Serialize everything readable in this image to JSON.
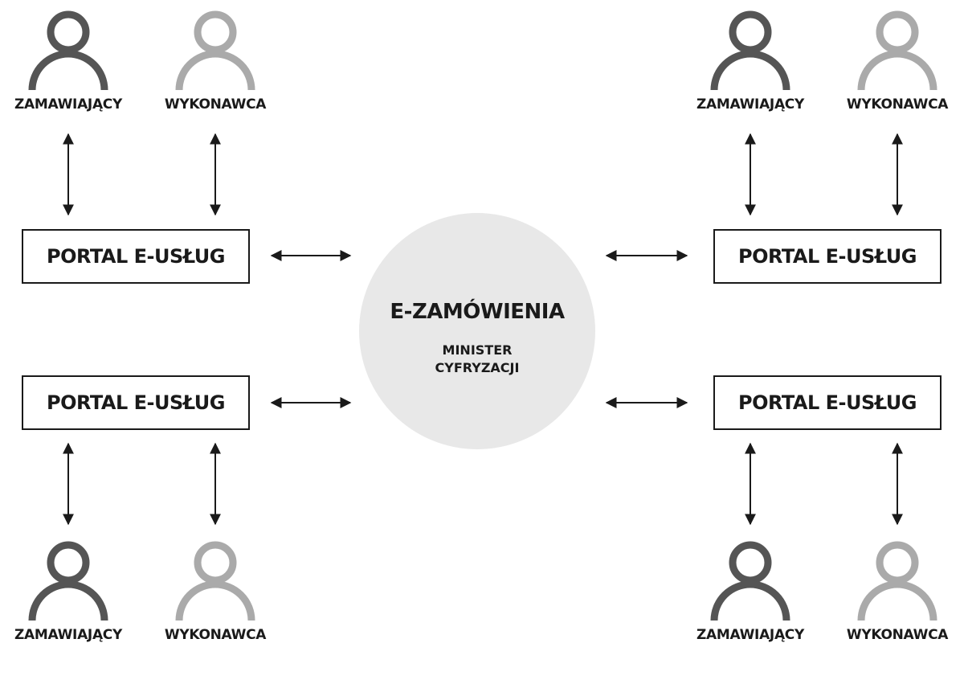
{
  "hub": {
    "title": "E-ZAMÓWIENIA",
    "subtitle": "MINISTER\nCYFRYZACJI"
  },
  "portals": [
    {
      "label": "PORTAL E-USŁUG"
    },
    {
      "label": "PORTAL E-USŁUG"
    },
    {
      "label": "PORTAL E-USŁUG"
    },
    {
      "label": "PORTAL E-USŁUG"
    }
  ],
  "roles": {
    "buyer": "ZAMAWIAJĄCY",
    "contractor": "WYKONAWCA"
  },
  "colors": {
    "buyer_icon": "#555555",
    "contractor_icon": "#aaaaaa",
    "hub_fill": "#e8e8e8",
    "ink": "#1a1a1a"
  }
}
